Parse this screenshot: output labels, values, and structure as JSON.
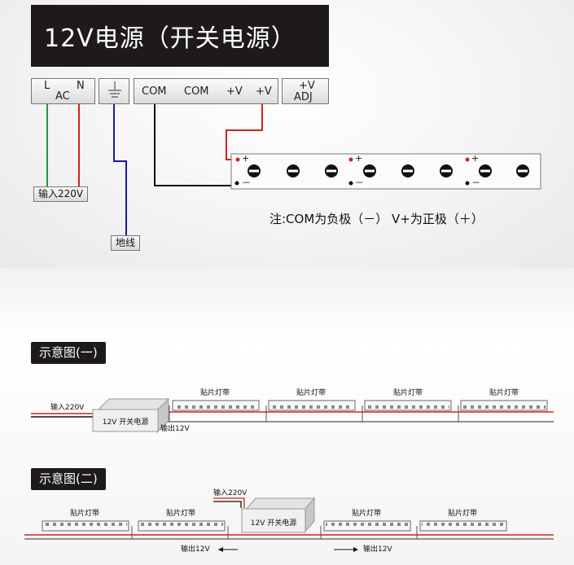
{
  "title": "12V电源（开关电源）",
  "terminals": {
    "l": "L",
    "n": "N",
    "ac": "AC",
    "com1": "COM",
    "com2": "COM",
    "v1": "+V",
    "v2": "+V",
    "adj_top": "+V",
    "adj_bottom": "ADJ"
  },
  "labels": {
    "input_220v": "输入220V",
    "ground": "地线",
    "note": "注:COM为负极（－） V+为正极（＋）",
    "plus": "+",
    "minus": "－"
  },
  "diagram1": {
    "caption": "示意图(一)",
    "input": "输入220V",
    "psu": "12V 开关电源",
    "output": "输出12V",
    "strip_label": "贴片灯带",
    "strip_count": 4
  },
  "diagram2": {
    "caption": "示意图(二)",
    "input": "输入220V",
    "psu": "12V 开关电源",
    "output_left": "输出12V",
    "output_right": "输出12V",
    "strip_label": "贴片灯带",
    "strip_count": 4
  },
  "colors": {
    "green": "#1a9a3c",
    "red": "#d42020",
    "blue": "#1a1a9a",
    "black": "#111111",
    "dark": "#1e1a1a"
  }
}
